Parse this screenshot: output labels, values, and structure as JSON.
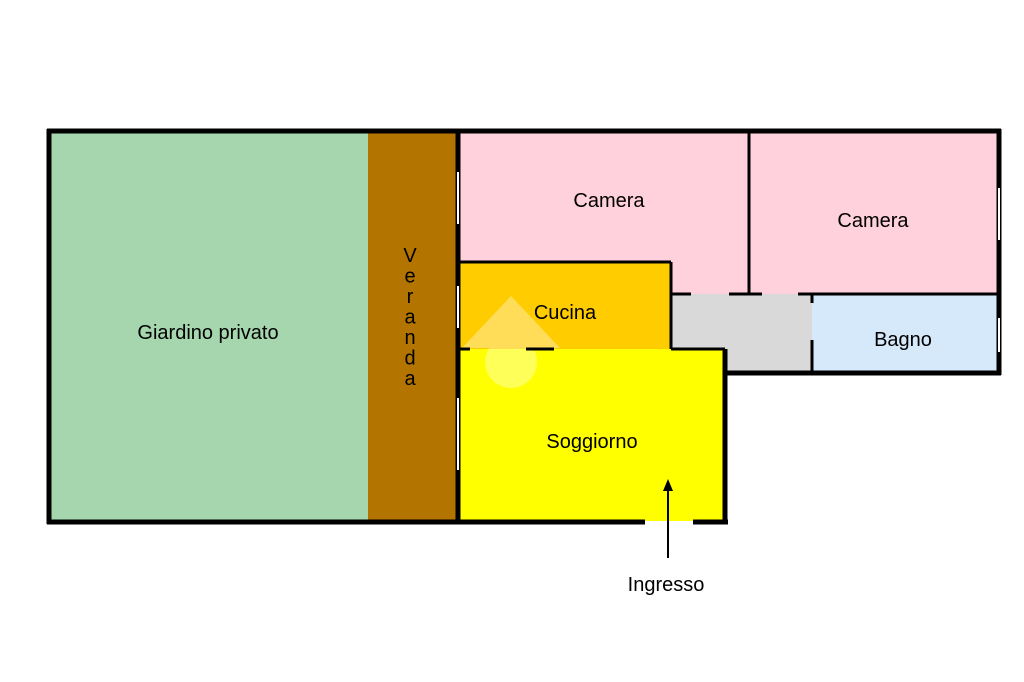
{
  "floorplan": {
    "rooms": {
      "garden": {
        "label": "Giardino privato",
        "color": "#a5d6ad"
      },
      "veranda": {
        "label": "Veranda",
        "color": "#b37500"
      },
      "bedroom_1": {
        "label": "Camera",
        "color": "#ffd1dc"
      },
      "bedroom_2": {
        "label": "Camera",
        "color": "#ffd1dc"
      },
      "kitchen": {
        "label": "Cucina",
        "color": "#ffcc00"
      },
      "corridor": {
        "label": "",
        "color": "#d9d9d9"
      },
      "bathroom": {
        "label": "Bagno",
        "color": "#d5e9fb"
      },
      "living_room": {
        "label": "Soggiorno",
        "color": "#ffff00"
      }
    },
    "entrance": {
      "label": "Ingresso"
    },
    "wall_color": "#000000"
  }
}
